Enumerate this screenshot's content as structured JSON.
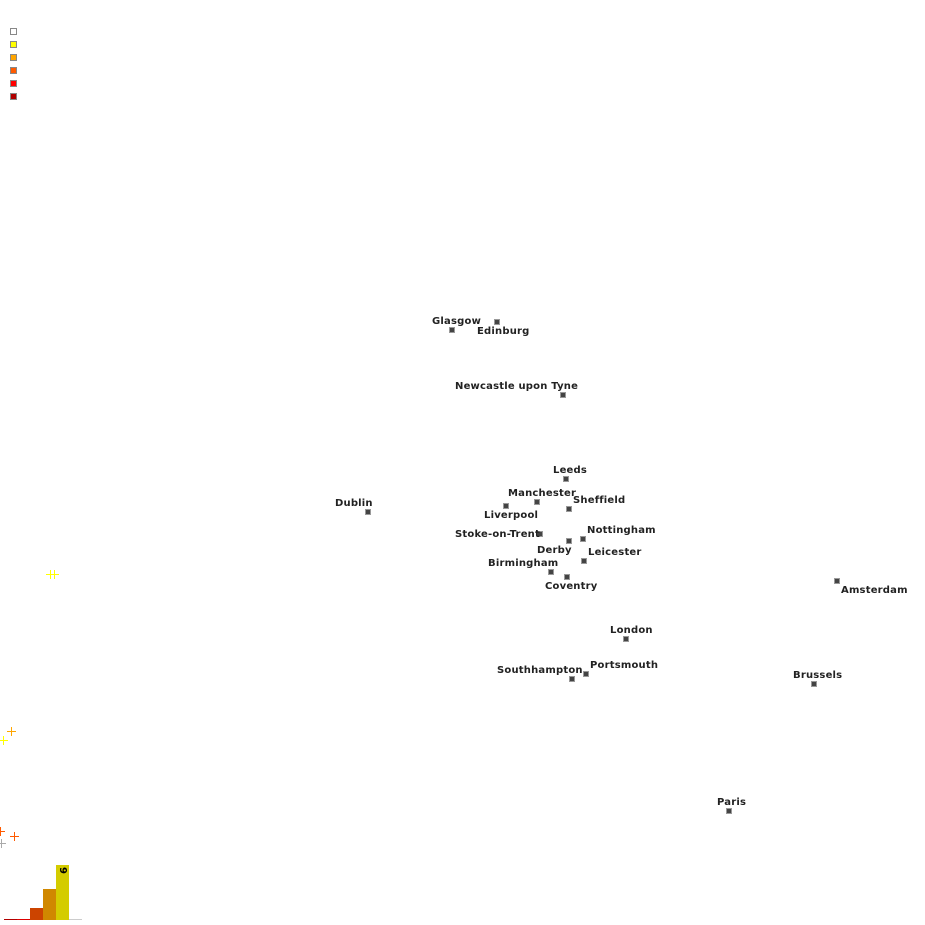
{
  "legend": {
    "colors": [
      "#ffffff",
      "#ffff00",
      "#ffa500",
      "#ff5a00",
      "#ff0000",
      "#b00000"
    ]
  },
  "cities": [
    {
      "name": "Glasgow"
    },
    {
      "name": "Edinburg"
    },
    {
      "name": "Newcastle upon Tyne"
    },
    {
      "name": "Leeds"
    },
    {
      "name": "Dublin"
    },
    {
      "name": "Manchester"
    },
    {
      "name": "Sheffield"
    },
    {
      "name": "Liverpool"
    },
    {
      "name": "Stoke-on-Trent"
    },
    {
      "name": "Nottingham"
    },
    {
      "name": "Derby"
    },
    {
      "name": "Leicester"
    },
    {
      "name": "Birmingham"
    },
    {
      "name": "Coventry"
    },
    {
      "name": "Amsterdam"
    },
    {
      "name": "London"
    },
    {
      "name": "Portsmouth"
    },
    {
      "name": "Southhampton"
    },
    {
      "name": "Brussels"
    },
    {
      "name": "Paris"
    }
  ],
  "markers": [
    {
      "color": "#ffff00"
    },
    {
      "color": "#ffff00"
    },
    {
      "color": "#ffa500"
    },
    {
      "color": "#ffff00"
    },
    {
      "color": "#ff5a00"
    },
    {
      "color": "#ff5a00"
    },
    {
      "color": "#aaaaaa"
    }
  ],
  "histogram": {
    "bins": [
      {
        "color": "#b00000",
        "value": 0
      },
      {
        "color": "#dd0000",
        "value": 0
      },
      {
        "color": "#cc4400",
        "value": 2
      },
      {
        "color": "#d08800",
        "value": 5
      },
      {
        "color": "#d4cc00",
        "value": 9,
        "label": "9"
      },
      {
        "color": "#cccccc",
        "value": 0
      }
    ]
  }
}
